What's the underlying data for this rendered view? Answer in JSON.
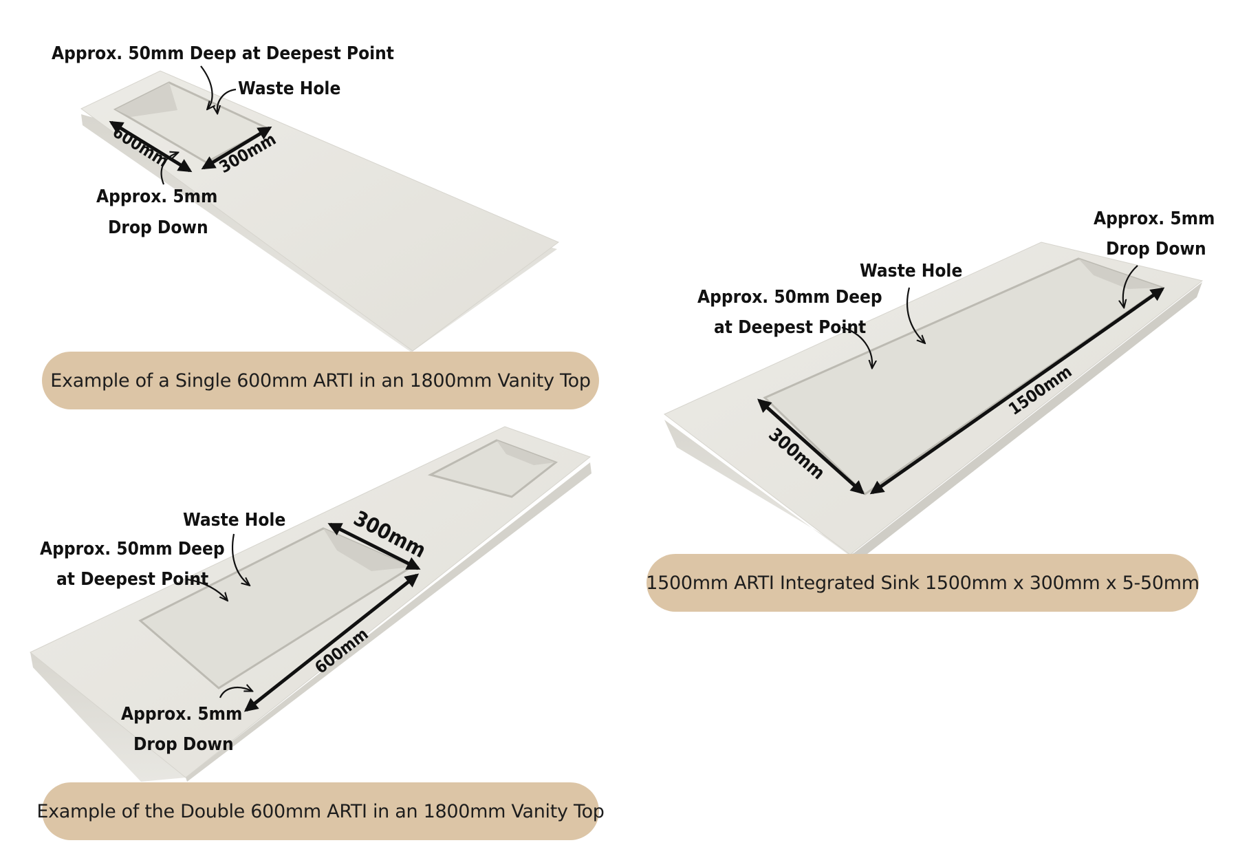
{
  "colors": {
    "caption_bg": "#dcc5a6",
    "slab": "#e7e5df",
    "arrow": "#111111"
  },
  "panels": {
    "single": {
      "caption": "Example of a Single 600mm ARTI in an 1800mm Vanity Top",
      "labels": {
        "deep": "Approx. 50mm Deep at Deepest Point",
        "waste": "Waste Hole",
        "len": "600mm",
        "width": "300mm",
        "drop1": "Approx. 5mm",
        "drop2": "Drop Down"
      }
    },
    "double": {
      "caption": "Example of the Double 600mm ARTI in an 1800mm Vanity Top",
      "labels": {
        "waste": "Waste Hole",
        "deep1": "Approx. 50mm Deep",
        "deep2": "at Deepest Point",
        "width": "300mm",
        "len": "600mm",
        "drop1": "Approx. 5mm",
        "drop2": "Drop Down"
      }
    },
    "sink1500": {
      "caption": "1500mm ARTI Integrated Sink 1500mm x 300mm x 5-50mm",
      "labels": {
        "drop1": "Approx. 5mm",
        "drop2": "Drop Down",
        "waste": "Waste Hole",
        "deep1": "Approx. 50mm Deep",
        "deep2": "at Deepest Point",
        "len": "1500mm",
        "width": "300mm"
      }
    }
  }
}
